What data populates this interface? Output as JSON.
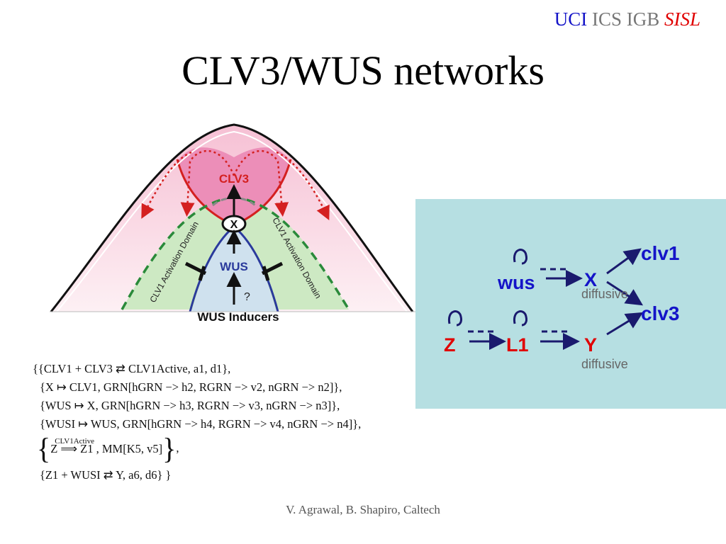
{
  "header": {
    "uci": "UCI",
    "middle": "ICS IGB",
    "sisl": "SISL",
    "colors": {
      "uci": "#1414c8",
      "middle": "#777777",
      "sisl": "#e00000"
    }
  },
  "title": "CLV3/WUS networks",
  "meristem": {
    "clv3_label": "CLV3",
    "x_label": "X",
    "wus_label": "WUS",
    "question_label": "?",
    "inducers_label": "WUS  Inducers",
    "activation_left": "CLV1 Activation Domain",
    "activation_right": "CLV1 Activation Domain"
  },
  "network": {
    "wus": "wus",
    "x": "X",
    "clv1": "clv1",
    "clv3": "clv3",
    "z": "Z",
    "l1": "L1",
    "y": "Y",
    "diffusive_top": "diffusive",
    "diffusive_bottom": "diffusive",
    "box_color": "#b6dfe2"
  },
  "equations": {
    "line1": "{{CLV1 + CLV3 ⇄ CLV1Active,  a1, d1},",
    "line2": "{X ↦ CLV1,  GRN[hGRN −>  h2, RGRN −>  v2, nGRN −>  n2]},",
    "line3": "{WUS ↦ X,   GRN[hGRN −>  h3, RGRN −>  v3, nGRN −>  n3]},",
    "line4": "{WUSI ↦ WUS,  GRN[hGRN −>  h4, RGRN −>  v4, nGRN −>  n4]},",
    "line5_label": "CLV1Active",
    "line5": "Z ⟹ Z1 ,  MM[K5,  v5]",
    "line6": "{Z1 + WUSI ⇄ Y,  a6, d6} }"
  },
  "footer": "V. Agrawal, B. Shapiro, Caltech"
}
